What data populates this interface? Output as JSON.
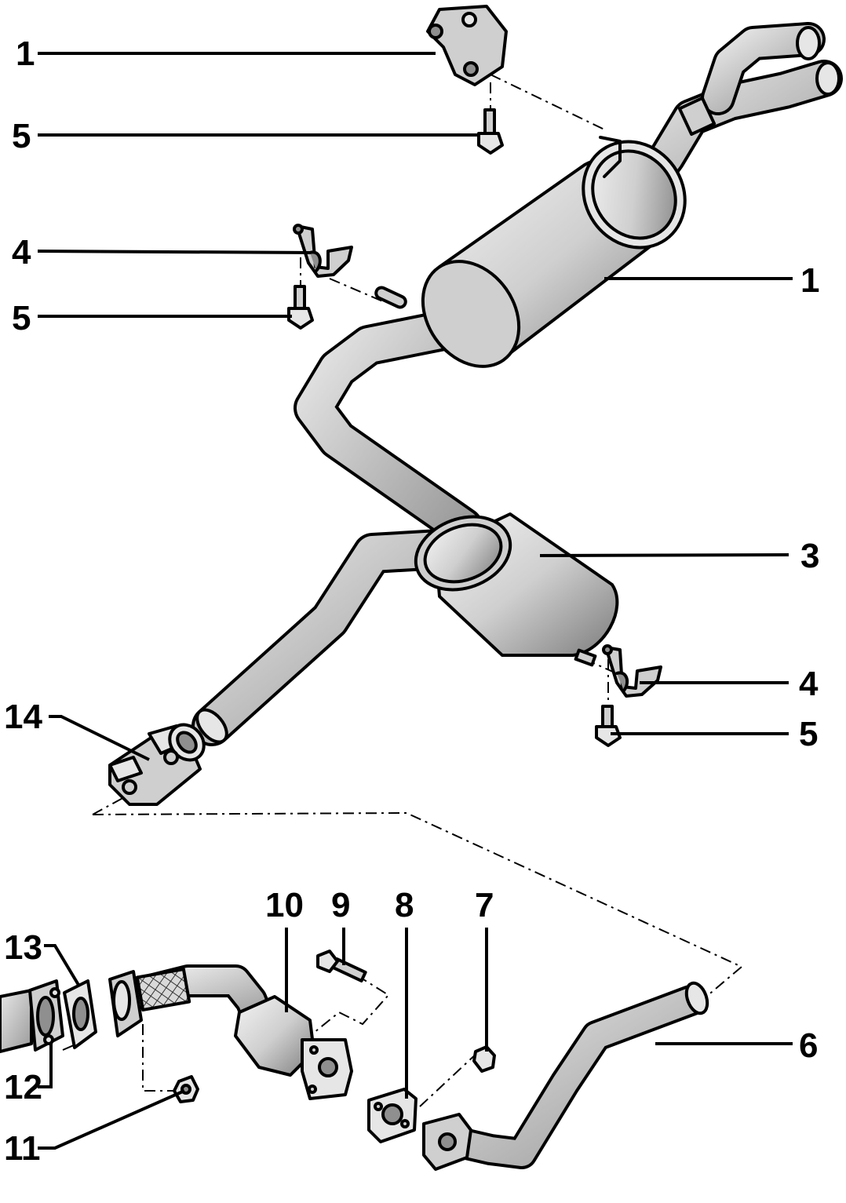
{
  "callouts": {
    "c1_top": "1",
    "c5_top": "5",
    "c4_left": "4",
    "c5_left": "5",
    "c1_right": "1",
    "c3": "3",
    "c4_right": "4",
    "c5_right": "5",
    "c14": "14",
    "c10": "10",
    "c9": "9",
    "c8": "8",
    "c7": "7",
    "c13": "13",
    "c12": "12",
    "c11": "11",
    "c6": "6"
  },
  "colors": {
    "metal": "#cfcfcf",
    "metal_light": "#e6e6e6",
    "metal_dark": "#8f8f8f",
    "line": "#000000"
  }
}
